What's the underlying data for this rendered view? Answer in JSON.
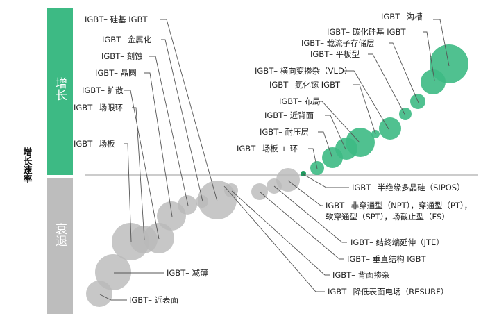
{
  "axis": {
    "y_label": "增长速率"
  },
  "bands": {
    "growth": {
      "label": "增长",
      "color": "#3dba84"
    },
    "decline": {
      "label": "衰退",
      "color": "#bdbdbd"
    }
  },
  "colors": {
    "growth_bubble": "#3dba84",
    "decline_bubble": "#b9b9b9",
    "leader": "#555555",
    "axis_line": "#999999"
  },
  "growth_items": [
    {
      "label": "IGBT– 沟槽"
    },
    {
      "label": "IGBT– 碳化硅基 IGBT"
    },
    {
      "label": "IGBT– 载流子存储层"
    },
    {
      "label": "IGBT– 平板型"
    },
    {
      "label": "IGBT– 横向变掺杂（VLD）"
    },
    {
      "label": "IGBT– 氮化镓 IGBT"
    },
    {
      "label": "IGBT– 布局"
    },
    {
      "label": "IGBT– 近背面"
    },
    {
      "label": "IGBT– 耐压层"
    },
    {
      "label": "IGBT– 场板 + 环"
    }
  ],
  "boundary_item": {
    "label": "IGBT– 半绝缘多晶硅（SIPOS）"
  },
  "decline_left_items": [
    {
      "label": "IGBT– 硅基 IGBT"
    },
    {
      "label": "IGBT– 金属化"
    },
    {
      "label": "IGBT– 刻蚀"
    },
    {
      "label": "IGBT– 晶圆"
    },
    {
      "label": "IGBT– 扩散"
    },
    {
      "label": "IGBT– 场限环"
    },
    {
      "label": "IGBT– 场板"
    },
    {
      "label": "IGBT– 减薄"
    },
    {
      "label": "IGBT– 近表面"
    }
  ],
  "decline_right_items": [
    {
      "label_lines": [
        "IGBT– 非穿通型（NPT），穿通型（PT），",
        "软穿通型（SPT），场截止型（FS）"
      ]
    },
    {
      "label": "IGBT– 结终端延伸（JTE）"
    },
    {
      "label": "IGBT– 垂直结构 IGBT"
    },
    {
      "label": "IGBT– 背面掺杂"
    },
    {
      "label": "IGBT– 降低表面电场（RESURF）"
    }
  ]
}
